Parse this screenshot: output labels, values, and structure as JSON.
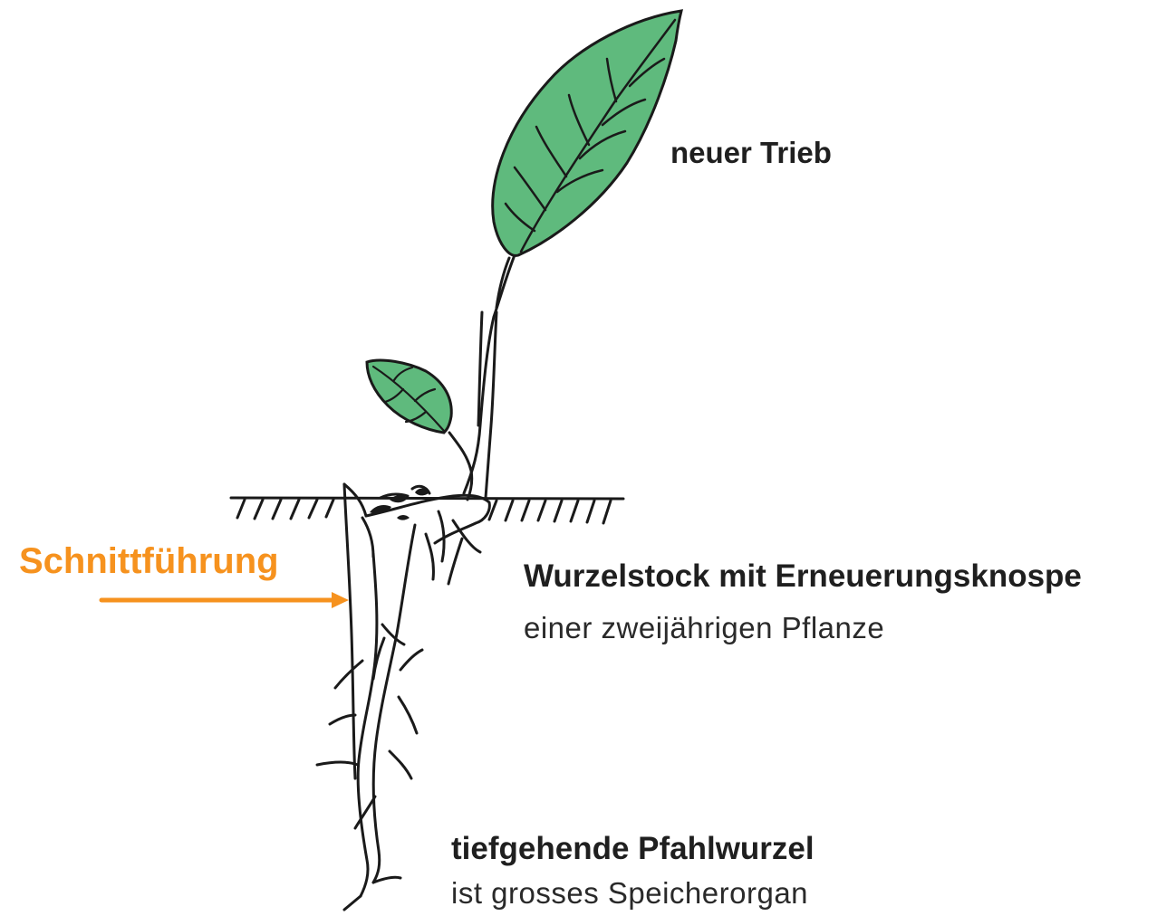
{
  "labels": {
    "new_shoot": "neuer Trieb",
    "rootstock_title": "Wurzelstock mit Erneuerungsknospe",
    "rootstock_sub": "einer zweijährigen Pflanze",
    "taproot_title": "tiefgehende Pfahlwurzel",
    "taproot_sub": "ist grosses Speicherorgan",
    "cut": "Schnittführung"
  },
  "colors": {
    "leaf_fill": "#5fba7d",
    "ink": "#1a1a1a",
    "annotation": "#f6921e"
  }
}
